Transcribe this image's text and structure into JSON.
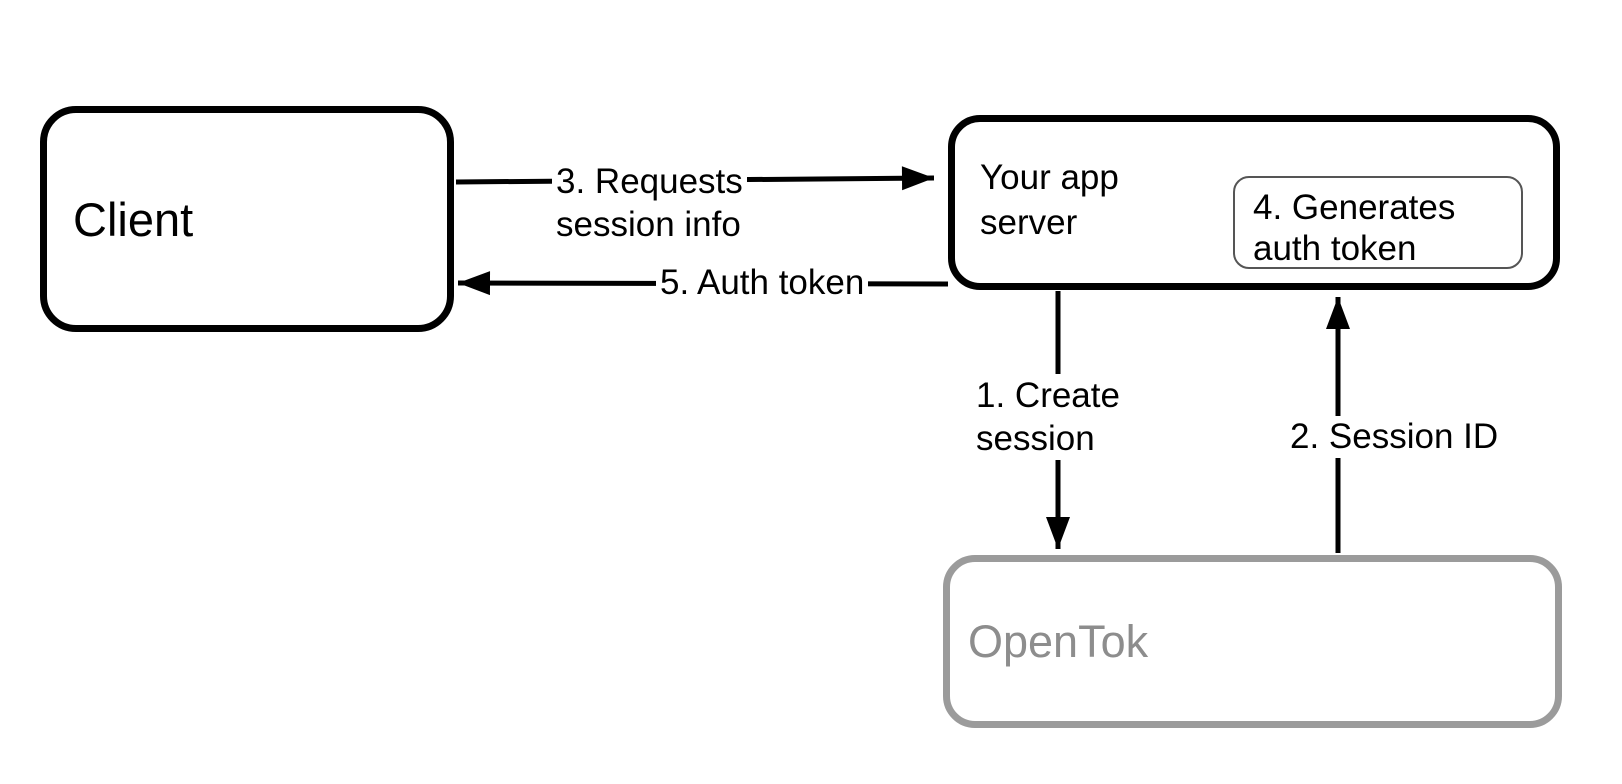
{
  "nodes": {
    "client": {
      "label": "Client"
    },
    "app_server": {
      "label": "Your app\nserver",
      "inner_step": {
        "label": "4. Generates\nauth token"
      }
    },
    "opentok": {
      "label": "OpenTok"
    }
  },
  "arrows": {
    "create_session": {
      "label": "1. Create\nsession",
      "from": "app_server",
      "to": "opentok",
      "direction": "down"
    },
    "session_id": {
      "label": "2. Session ID",
      "from": "opentok",
      "to": "app_server",
      "direction": "up"
    },
    "requests_session_info": {
      "label": "3. Requests\nsession info",
      "from": "client",
      "to": "app_server",
      "direction": "right"
    },
    "auth_token": {
      "label": "5. Auth token",
      "from": "app_server",
      "to": "client",
      "direction": "left"
    }
  },
  "colors": {
    "node_border": "#000000",
    "inner_node_border": "#555555",
    "opentok_border": "#9b9b9b",
    "opentok_text": "#8d8d8d",
    "arrow": "#000000",
    "background": "#ffffff"
  }
}
